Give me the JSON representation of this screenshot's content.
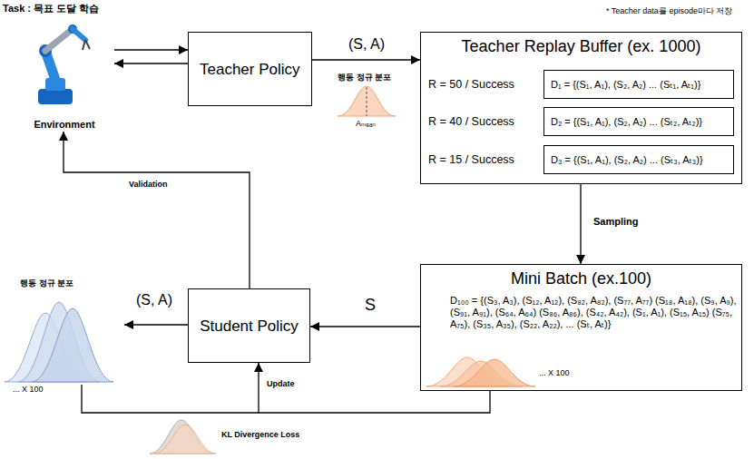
{
  "diagram": {
    "nodes": [
      {
        "text": [
          "Environment"
        ]
      },
      {
        "text": [
          "Teacher Policy"
        ]
      },
      {
        "text": [
          "Teacher Replay Buffer (ex. 1000)",
          "R = 50 / Success",
          "R = 40 / Success",
          "R = 15 / Success"
        ]
      },
      {
        "text": [
          "D₁ = {(S₁, A₁), (S₂, A₂) ... (Sₜ₁, Aₜ₁)}"
        ],
        "in": 2
      },
      {
        "text": [
          "D₂ = {(S₁, A₁), (S₂, A₂) ... (Sₜ₂, Aₜ₂)}"
        ],
        "in": 2
      },
      {
        "text": [
          "D₃ = {(S₁, A₁), (S₂, A₂) ... (Sₜ₃, Aₜ₃)}"
        ],
        "in": 2
      },
      {
        "text": [
          "Mini Batch (ex.100)",
          "D₁₀₀ = {(S₃, A₃), (S₁₂, A₁₂), (S₈₂, A₈₂), (S₇₇, A₇₇) (S₁₈, A₁₈), (S₉, A₉), (S₉₁, A₉₁), (S₆₄, A₆₄) (S₈₆, A₈₆), (S₄₂, A₄₂), (S₁, A₁), (S₁₅, A₁₅) (S₇₅, A₇₅), (S₃₅, A₃₅), (S₂₂, A₂₂), ... (Sₜ, Aₜ)}"
        ]
      },
      {
        "text": [
          "Student Policy"
        ]
      }
    ],
    "edges": [
      {
        "from": 0,
        "to": 1,
        "arrow": "to"
      },
      {
        "from": 1,
        "to": 0,
        "arrow": "to"
      },
      {
        "from": 1,
        "to": 2,
        "label": "(S, A)",
        "arrow": "to"
      },
      {
        "from": 2,
        "to": 6,
        "label": "Sampling",
        "arrow": "to"
      },
      {
        "from": 6,
        "to": 7,
        "label": "S",
        "arrow": "to"
      },
      {
        "from": 7,
        "to": 0,
        "label": "Validation",
        "arrow": "to"
      },
      {
        "from": 6,
        "to": 7,
        "label": "Update",
        "arrow": "to"
      }
    ],
    "labels": [
      "Task : 목표 도달 학습",
      "* Teacher data를 episode마다 저장",
      "행동 정규 분포",
      "Aₘₑₐₙ",
      "... X 100",
      "(S, A)",
      "행동 정규 분포",
      "... X 100",
      "KL Divergence Loss"
    ]
  }
}
